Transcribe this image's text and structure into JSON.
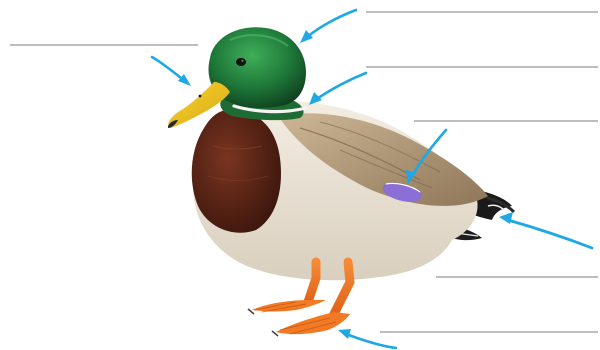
{
  "worksheet": {
    "title": "",
    "colors": {
      "arrow": "#1fa7e6",
      "blank_line": "#7d7d7d",
      "head_green": "#1f7a3a",
      "bill_yellow": "#f2c21a",
      "neck_ring": "#f4f4f4",
      "breast_brown": "#5a2314",
      "body_cream": "#ece4d6",
      "wing_tan": "#b49a78",
      "speculum_purple": "#8b6fd6",
      "tail_black": "#1a1a1a",
      "feet_orange": "#f27a24"
    },
    "labels": [
      {
        "id": "bill",
        "text": "",
        "pointer": "bill"
      },
      {
        "id": "head",
        "text": "",
        "pointer": "head"
      },
      {
        "id": "neck-ring",
        "text": "",
        "pointer": "neck-ring"
      },
      {
        "id": "wing",
        "text": "",
        "pointer": "wing-speculum"
      },
      {
        "id": "tail",
        "text": "",
        "pointer": "tail"
      },
      {
        "id": "feet",
        "text": "",
        "pointer": "webbed-feet"
      }
    ]
  }
}
